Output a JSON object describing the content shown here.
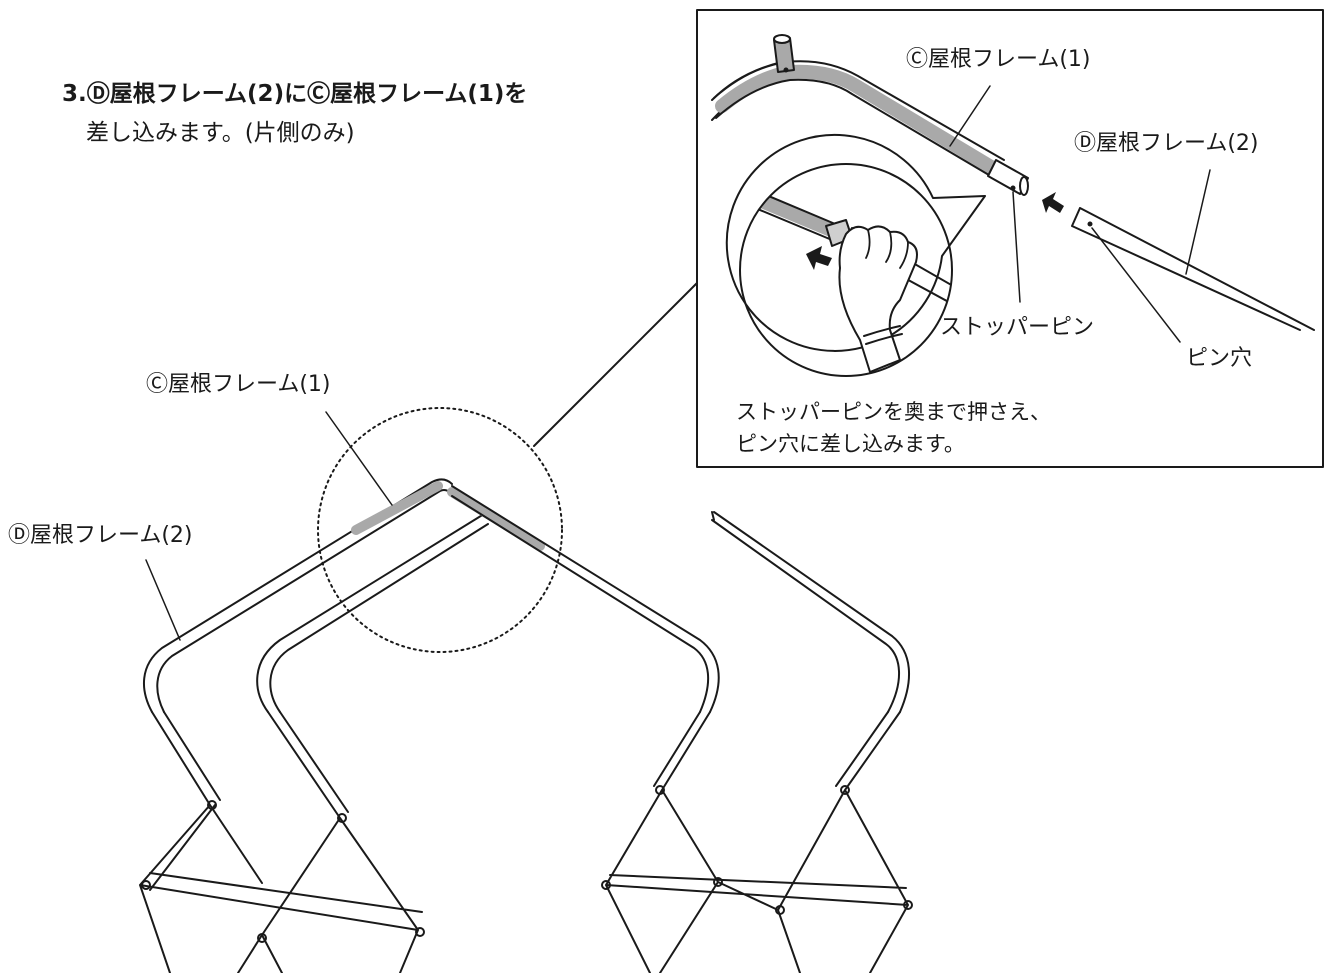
{
  "instructions": {
    "step_title": "3.Ⓓ屋根フレーム(2)にⒸ屋根フレーム(1)を",
    "step_sub": "差し込みます。(片側のみ)"
  },
  "labels": {
    "frame_c_main": "Ⓒ屋根フレーム(1)",
    "frame_d_main": "Ⓓ屋根フレーム(2)",
    "frame_c_detail": "Ⓒ屋根フレーム(1)",
    "frame_d_detail": "Ⓓ屋根フレーム(2)",
    "stopper_pin": "ストッパーピン",
    "pin_hole": "ピン穴"
  },
  "detail_note": {
    "line1": "ストッパーピンを奥まで押さえ、",
    "line2": "ピン穴に差し込みます。"
  },
  "colors": {
    "line": "#1a1a1a",
    "highlight": "#a9a9a9"
  }
}
